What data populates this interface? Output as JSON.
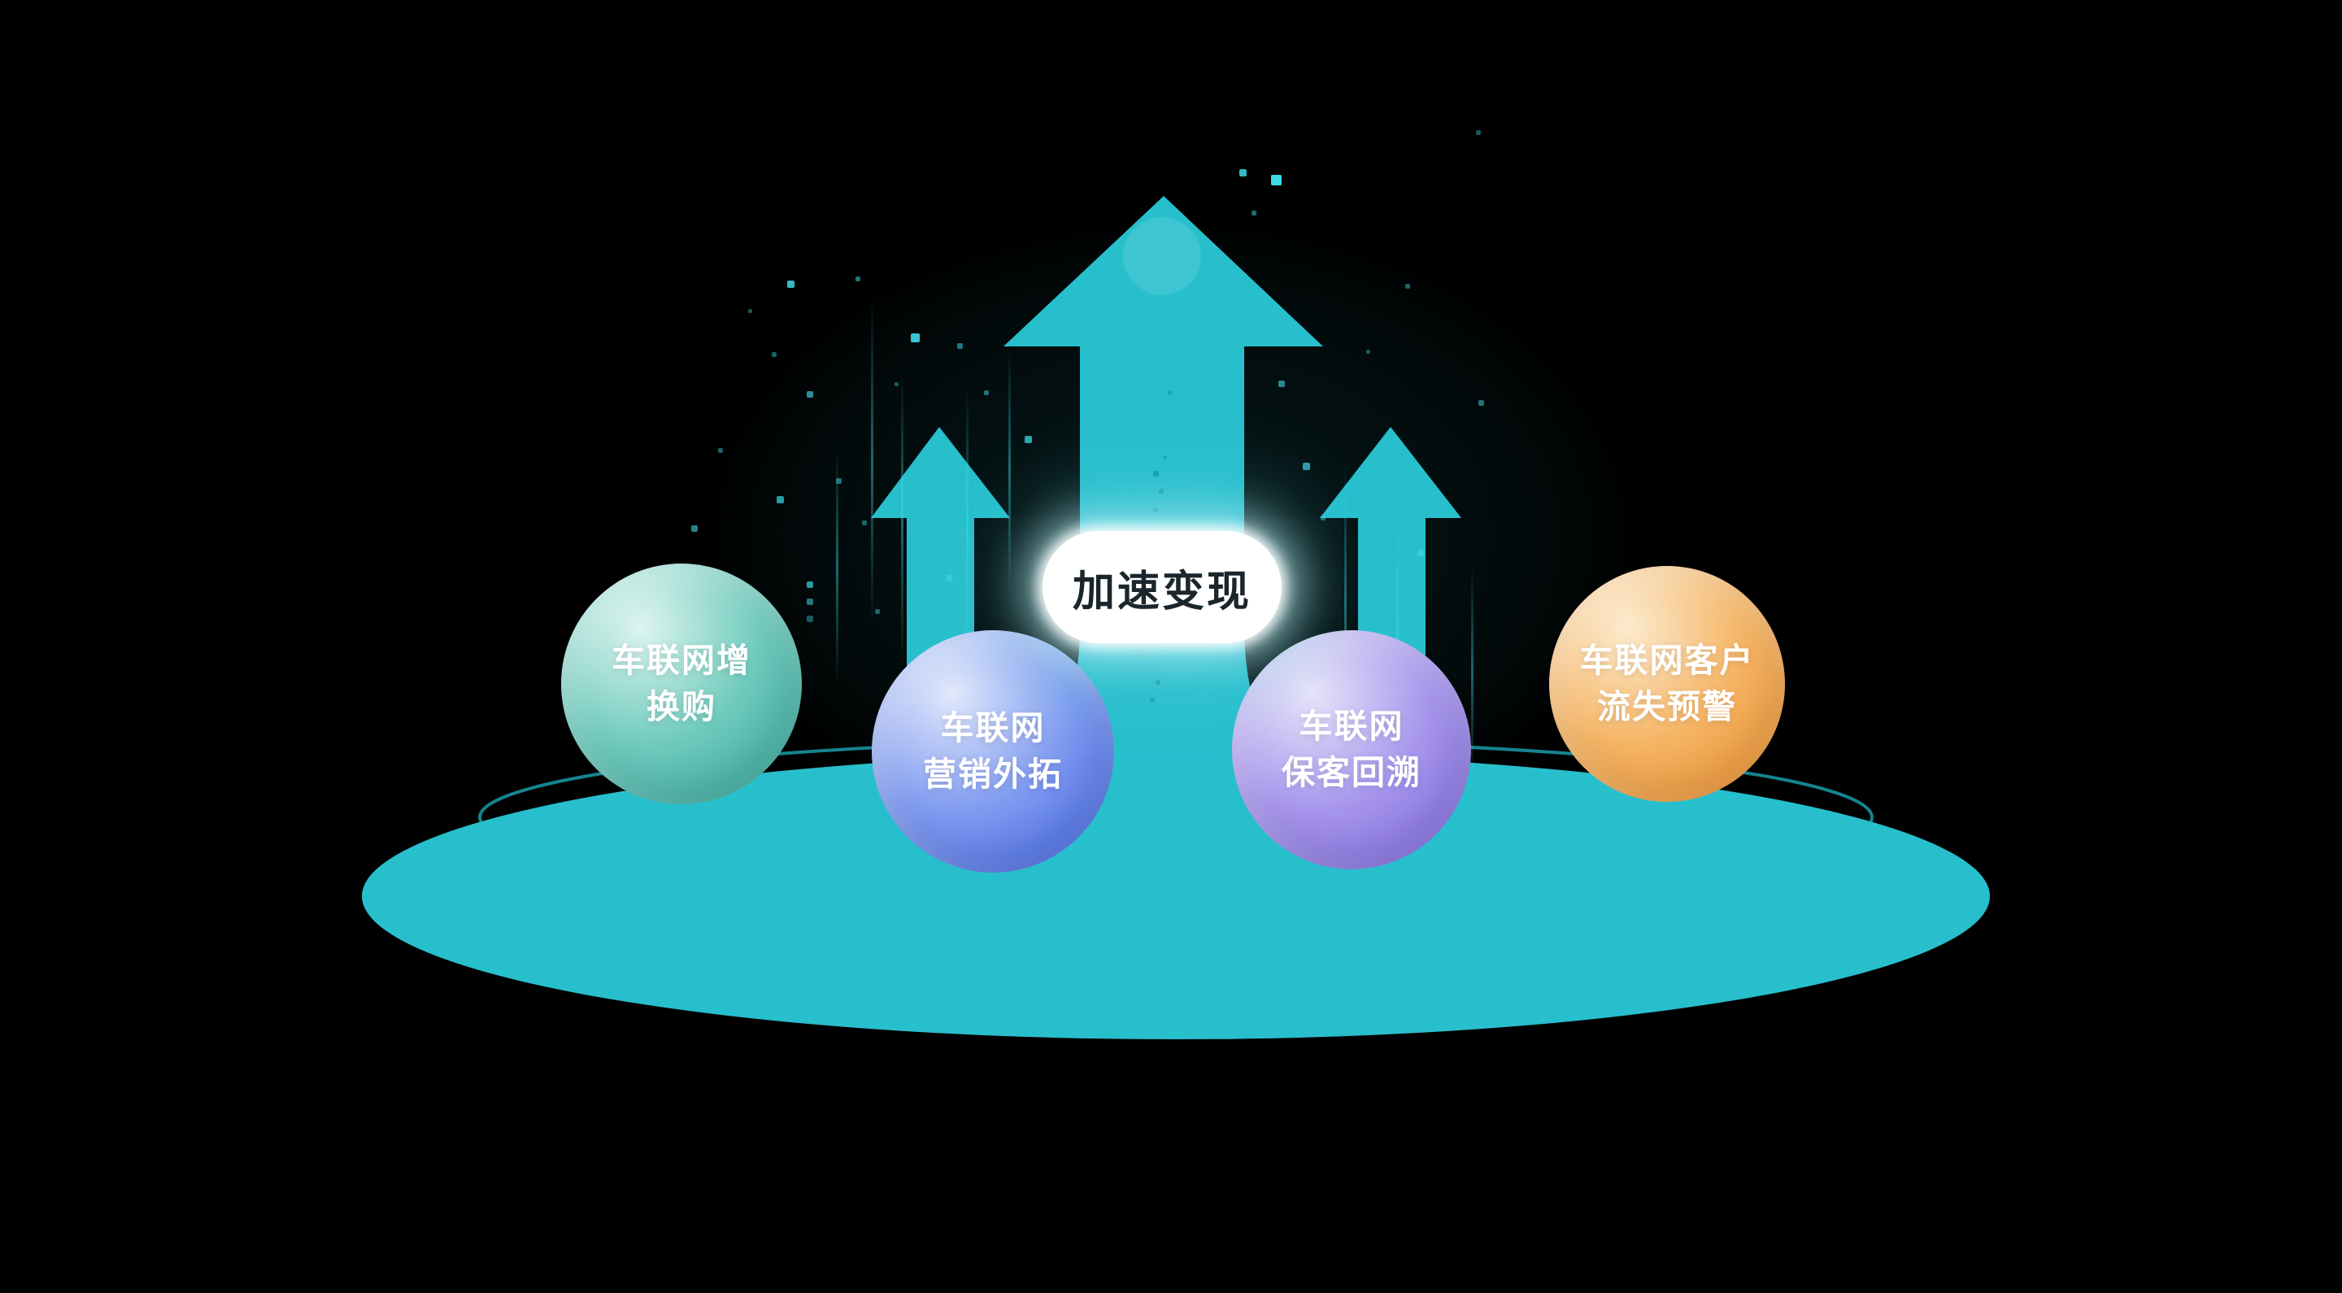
{
  "palette": {
    "background": "#000000",
    "platform": "#28bfcd",
    "platform_ring": "#17929f",
    "arrow": "#28bfcd",
    "dot": "#3fd9e6",
    "dot_dark": "#0d96a4",
    "label_bg": "#ffffff",
    "label_text": "#1b262c"
  },
  "center_label": {
    "text": "加速变现"
  },
  "spheres": [
    {
      "name": "telematics-upgrade-repurchase",
      "lines": [
        "车联网增",
        "换购"
      ],
      "colors": {
        "top": "#ddf5ef",
        "mid": "#6fcabd",
        "bottom": "#2ea396"
      }
    },
    {
      "name": "telematics-marketing-expansion",
      "lines": [
        "车联网",
        "营销外拓"
      ],
      "colors": {
        "top": "#e2e9fb",
        "mid": "#7e9af0",
        "bottom": "#3d5fe2"
      }
    },
    {
      "name": "telematics-customer-retention",
      "lines": [
        "车联网",
        "保客回溯"
      ],
      "colors": {
        "top": "#eae5fa",
        "mid": "#a695ec",
        "bottom": "#7a64dd"
      }
    },
    {
      "name": "telematics-churn-warning",
      "lines": [
        "车联网客户",
        "流失预警"
      ],
      "colors": {
        "top": "#fcebcf",
        "mid": "#f5b464",
        "bottom": "#ee8e29"
      }
    }
  ]
}
